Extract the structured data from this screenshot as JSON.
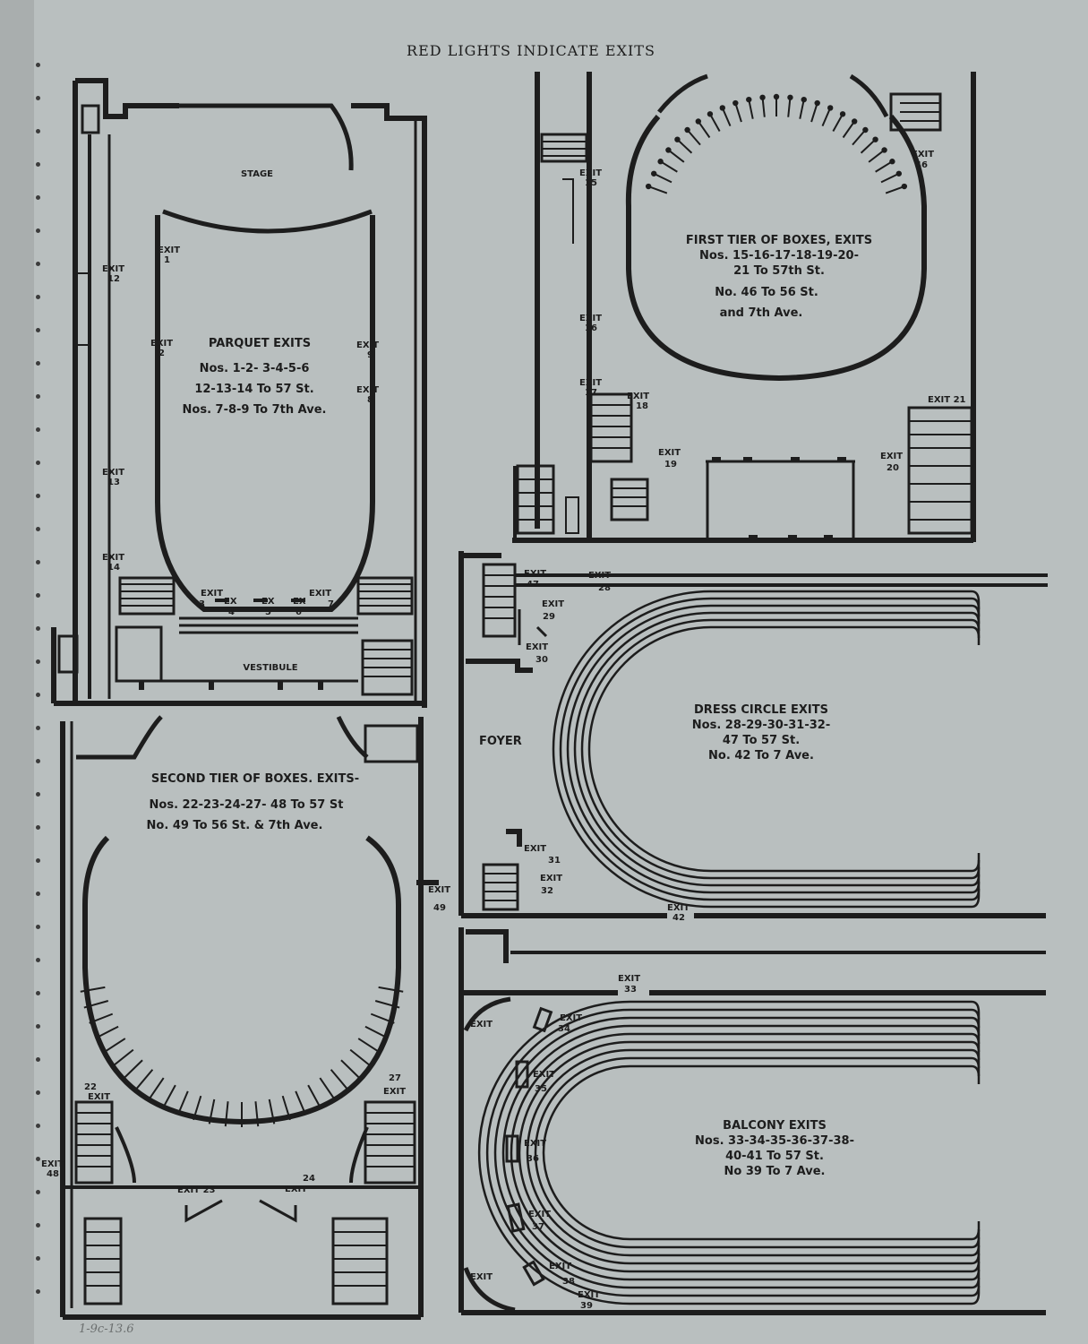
{
  "header": "RED LIGHTS INDICATE EXITS",
  "pencil_note": "1-9c-13.6",
  "colors": {
    "paper": "#b9bfbf",
    "ink": "#1d1d1d",
    "edge": "#a9aeae"
  },
  "parquet": {
    "stage": "STAGE",
    "vestibule": "VESTIBULE",
    "caption": [
      "PARQUET EXITS",
      "Nos. 1-2- 3-4-5-6",
      "12-13-14 To 57 St.",
      "Nos. 7-8-9 To 7th Ave."
    ],
    "exits": {
      "e1": [
        "EXIT",
        "1"
      ],
      "e2": [
        "EXIT",
        "2"
      ],
      "e12": [
        "EXIT",
        "12"
      ],
      "e13": [
        "EXIT",
        "13"
      ],
      "e14": [
        "EXIT",
        "14"
      ],
      "e9": [
        "EXIT",
        "9"
      ],
      "e8": [
        "EXIT",
        "8"
      ],
      "e3": [
        "EXIT",
        "3"
      ],
      "e4": [
        "EX",
        "4"
      ],
      "e5": [
        "EX",
        "5"
      ],
      "e6": [
        "EX",
        "6"
      ],
      "e7": [
        "EXIT",
        "7"
      ]
    }
  },
  "first_tier": {
    "caption": [
      "FIRST TIER OF BOXES, EXITS",
      "Nos. 15-16-17-18-19-20-",
      "21 To 57th St.",
      "No. 46 To 56 St.",
      "and 7th Ave."
    ],
    "exits": {
      "e15": [
        "EXIT",
        "15"
      ],
      "e16": [
        "EXIT",
        "16"
      ],
      "e17": [
        "EXIT",
        "17"
      ],
      "e18": [
        "EXIT",
        "18"
      ],
      "e19": [
        "EXIT",
        "19"
      ],
      "e46": [
        "EXIT",
        "46"
      ],
      "e21": [
        "EXIT 21"
      ],
      "e20": [
        "EXIT",
        "20"
      ]
    }
  },
  "second_tier": {
    "caption": [
      "SECOND TIER OF BOXES. EXITS-",
      "Nos. 22-23-24-27- 48 To 57 St",
      "No. 49 To 56 St. & 7th Ave."
    ],
    "exits": {
      "e22": [
        "22",
        "EXIT"
      ],
      "e27": [
        "27",
        "EXIT"
      ],
      "e48": [
        "EXIT",
        "48"
      ],
      "e49": [
        "EXIT",
        "49"
      ],
      "e23": [
        "EXIT 23"
      ],
      "e24": [
        "24",
        "EXIT"
      ]
    }
  },
  "dress_circle": {
    "foyer": "FOYER",
    "caption": [
      "DRESS CIRCLE EXITS",
      "Nos. 28-29-30-31-32-",
      "47 To 57 St.",
      "No. 42 To 7 Ave."
    ],
    "exits": {
      "e47": [
        "EXIT",
        "47"
      ],
      "e28": [
        "EXIT",
        "28"
      ],
      "e29": [
        "EXIT",
        "29"
      ],
      "e30": [
        "EXIT",
        "30"
      ],
      "e31": [
        "EXIT",
        "31"
      ],
      "e32": [
        "EXIT",
        "32"
      ],
      "e42": [
        "EXIT",
        "42"
      ]
    }
  },
  "balcony": {
    "caption": [
      "BALCONY EXITS",
      "Nos. 33-34-35-36-37-38-",
      "40-41 To 57 St.",
      "No 39 To 7 Ave."
    ],
    "exits": {
      "e33": [
        "EXIT",
        "33"
      ],
      "e34": [
        "EXIT",
        "34"
      ],
      "e35": [
        "EXIT",
        "35"
      ],
      "e36": [
        "EXIT",
        "36"
      ],
      "e37": [
        "EXIT",
        "37"
      ],
      "e38": [
        "EXIT",
        "38"
      ],
      "e39": [
        "EXIT",
        "39"
      ],
      "e40": [
        "EXIT"
      ],
      "e41": [
        "EXIT"
      ]
    }
  }
}
